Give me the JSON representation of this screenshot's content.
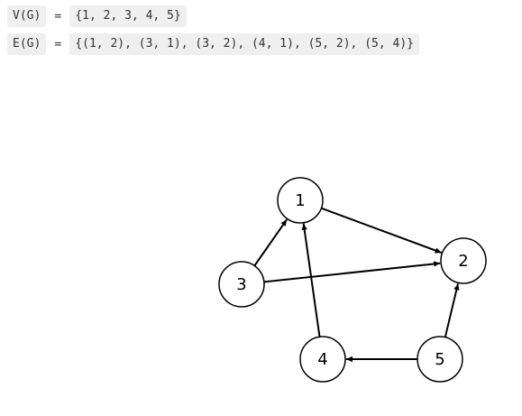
{
  "definitions": {
    "vertex_set": {
      "lhs": "V(G)",
      "eq": "=",
      "rhs": "{1, 2, 3, 4, 5}"
    },
    "edge_set": {
      "lhs": "E(G)",
      "eq": "=",
      "rhs": "{(1, 2), (3, 1), (3, 2), (4, 1), (5, 2), (5, 4)}"
    }
  },
  "graph": {
    "directed": true,
    "nodes": [
      {
        "id": "1",
        "label": "1"
      },
      {
        "id": "2",
        "label": "2"
      },
      {
        "id": "3",
        "label": "3"
      },
      {
        "id": "4",
        "label": "4"
      },
      {
        "id": "5",
        "label": "5"
      }
    ],
    "edges": [
      {
        "from": "1",
        "to": "2"
      },
      {
        "from": "3",
        "to": "1"
      },
      {
        "from": "3",
        "to": "2"
      },
      {
        "from": "4",
        "to": "1"
      },
      {
        "from": "5",
        "to": "2"
      },
      {
        "from": "5",
        "to": "4"
      }
    ]
  }
}
